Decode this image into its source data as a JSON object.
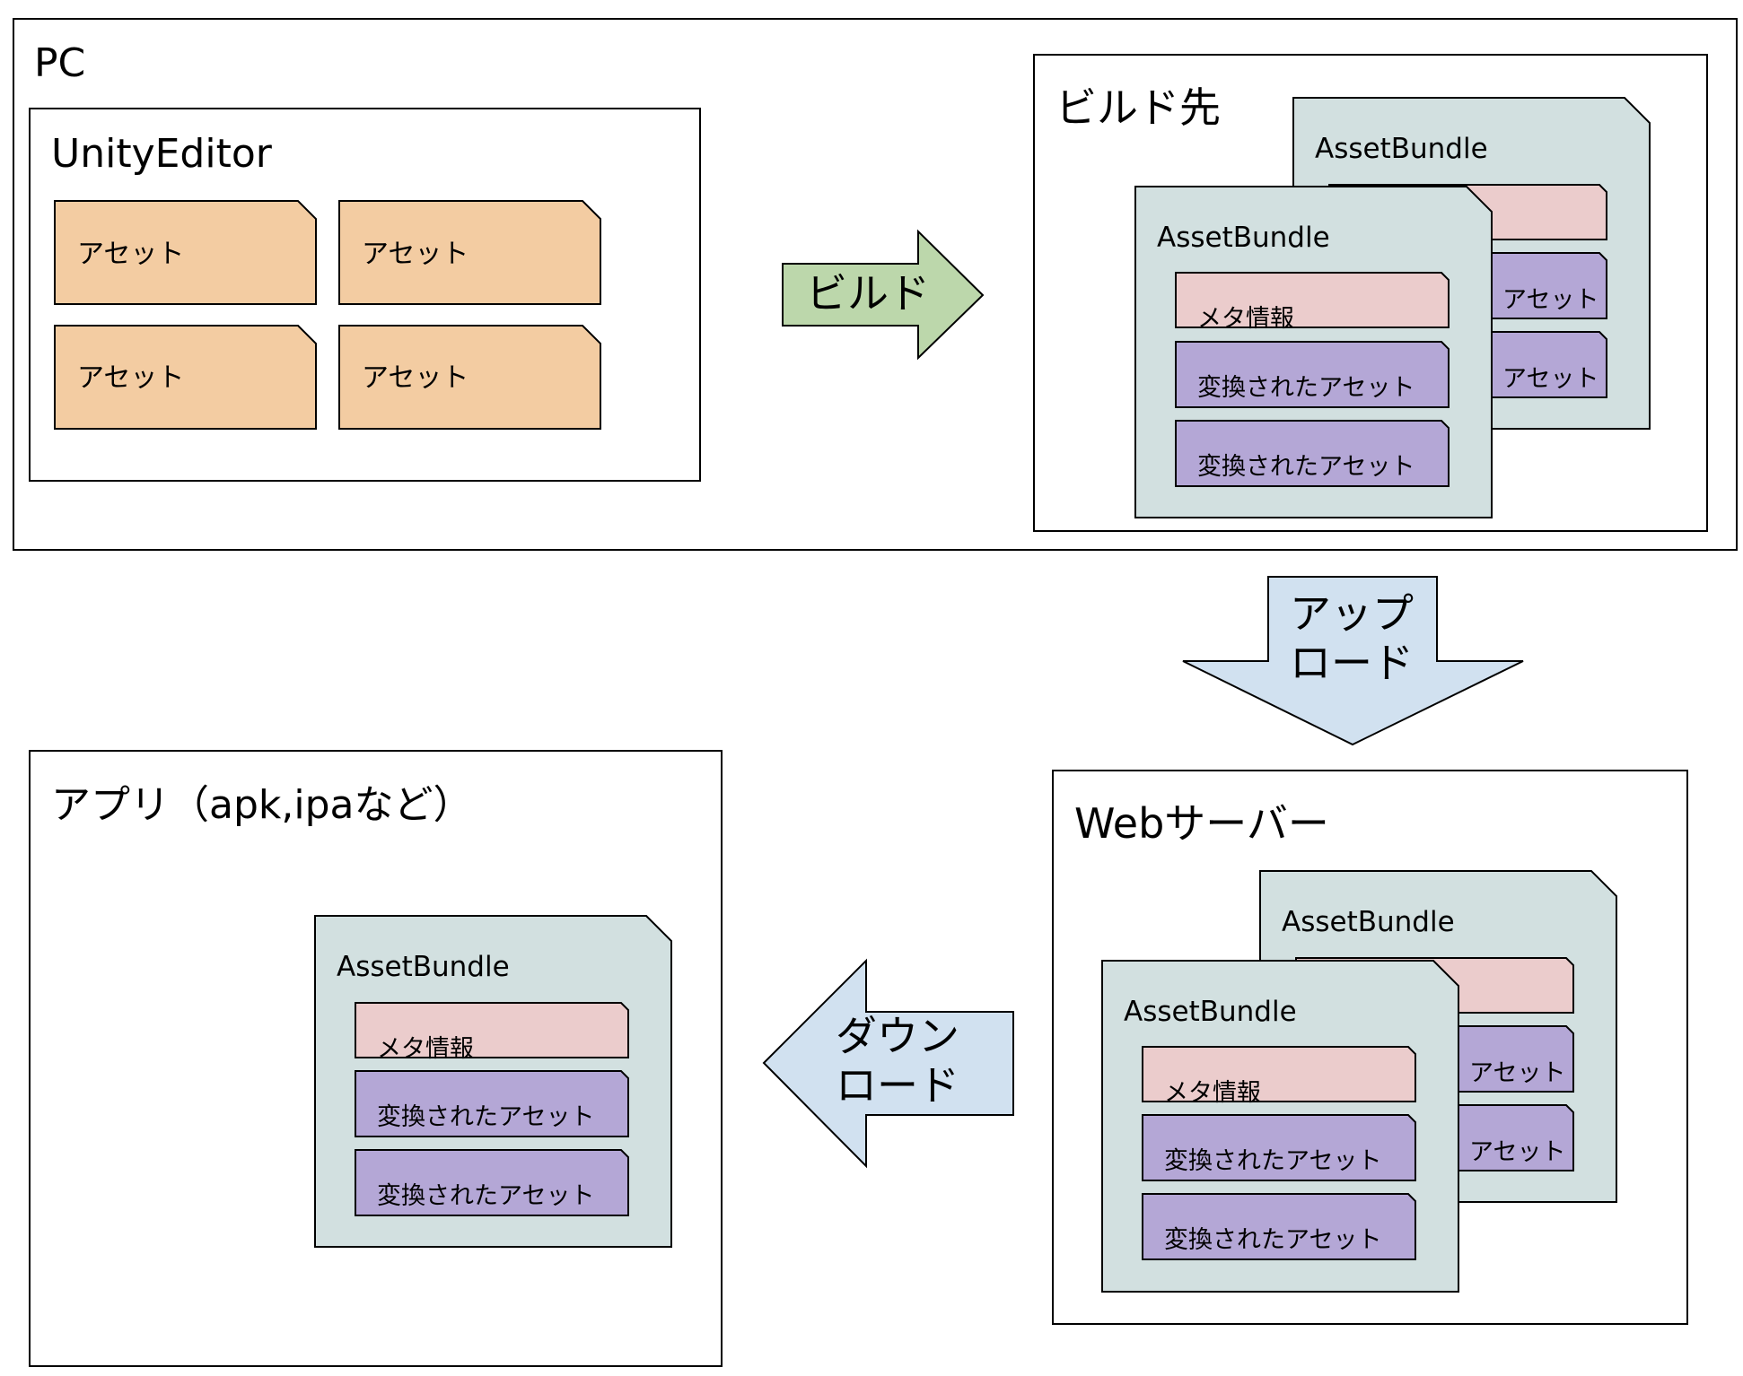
{
  "pc": {
    "label": "PC"
  },
  "unity_editor": {
    "label": "UnityEditor",
    "assets": [
      "アセット",
      "アセット",
      "アセット",
      "アセット"
    ]
  },
  "build_arrow": {
    "label": "ビルド"
  },
  "build_output": {
    "label": "ビルド先",
    "back_bundle": {
      "title": "AssetBundle",
      "asset_1": "アセット",
      "asset_2": "アセット"
    },
    "front_bundle": {
      "title": "AssetBundle",
      "meta": "メタ情報",
      "asset_1": "変換されたアセット",
      "asset_2": "変換されたアセット"
    }
  },
  "upload_arrow": {
    "line1": "アップ",
    "line2": "ロード"
  },
  "web_server": {
    "label": "Webサーバー",
    "back_bundle": {
      "title": "AssetBundle",
      "asset_1": "アセット",
      "asset_2": "アセット"
    },
    "front_bundle": {
      "title": "AssetBundle",
      "meta": "メタ情報",
      "asset_1": "変換されたアセット",
      "asset_2": "変換されたアセット"
    }
  },
  "download_arrow": {
    "line1": "ダウン",
    "line2": "ロード"
  },
  "app": {
    "label": "アプリ（apk,ipaなど）",
    "bundle": {
      "title": "AssetBundle",
      "meta": "メタ情報",
      "asset_1": "変換されたアセット",
      "asset_2": "変換されたアセット"
    }
  },
  "colors": {
    "asset": "#f3cca2",
    "bundle": "#d2e0e0",
    "meta": "#ebcccc",
    "converted": "#b4a7d6",
    "build_arrow": "#bcd7ab",
    "transfer_arrow": "#d1e1f0"
  }
}
